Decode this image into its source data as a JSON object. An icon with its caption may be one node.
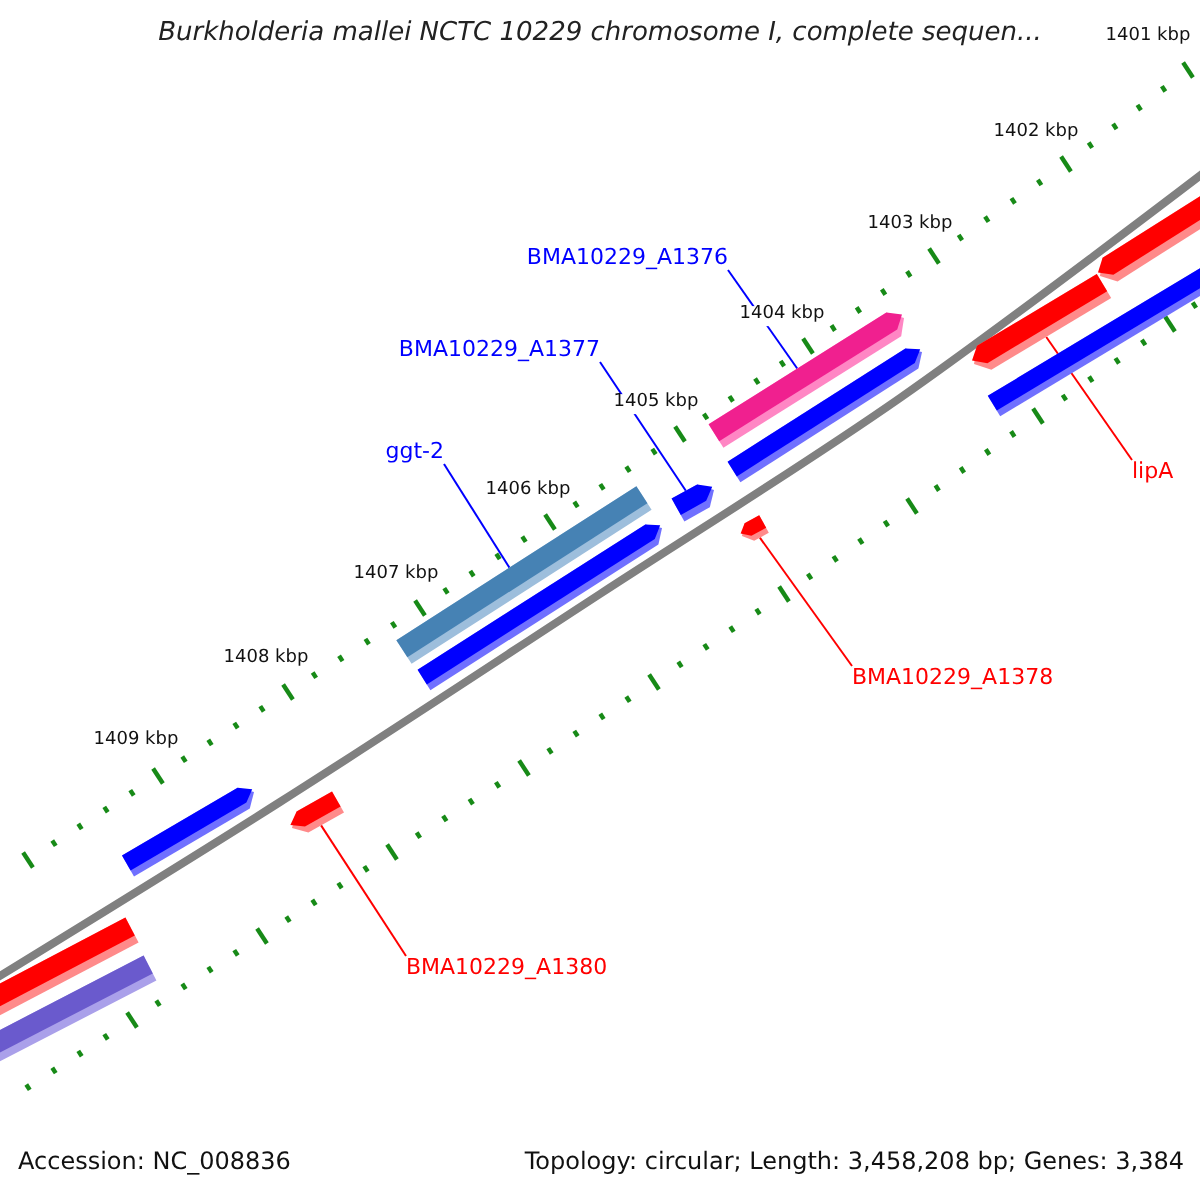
{
  "diagram": {
    "title": "Burkholderia mallei NCTC 10229 chromosome I, complete sequen...",
    "nodes": [
      {
        "text": [
          "BMA10229_A1376"
        ]
      },
      {
        "text": [
          "BMA10229_A1377"
        ]
      },
      {
        "text": [
          "ggt-2"
        ]
      },
      {
        "text": [
          "lipA"
        ]
      },
      {
        "text": [
          "BMA10229_A1378"
        ]
      },
      {
        "text": [
          "BMA10229_A1380"
        ]
      },
      {
        "text": [],
        "shape": "bar"
      },
      {
        "text": [],
        "shape": "bar"
      },
      {
        "text": [],
        "shape": "bar"
      },
      {
        "text": [],
        "shape": "bar"
      },
      {
        "text": [],
        "shape": "bar"
      },
      {
        "text": [],
        "shape": "bar"
      },
      {
        "text": [],
        "shape": "bar"
      },
      {
        "text": [],
        "shape": "bar"
      },
      {
        "text": [],
        "shape": "bar"
      },
      {
        "text": [],
        "shape": "bar"
      },
      {
        "text": [],
        "shape": "bar"
      },
      {
        "text": [],
        "shape": "bar"
      },
      {
        "text": [],
        "shape": "bar"
      }
    ],
    "edges": [
      {
        "from": 0,
        "to": 6,
        "arrow": "none"
      },
      {
        "from": 1,
        "to": 7,
        "arrow": "none"
      },
      {
        "from": 2,
        "to": 8,
        "arrow": "none"
      },
      {
        "from": 3,
        "to": 9,
        "arrow": "none",
        "color": "#ff0000"
      },
      {
        "from": 4,
        "to": 10,
        "arrow": "none",
        "color": "#ff0000"
      },
      {
        "from": 5,
        "to": 11,
        "arrow": "none",
        "color": "#ff0000"
      }
    ],
    "labels": [
      "1401 kbp",
      "1402 kbp",
      "1403 kbp",
      "1404 kbp",
      "1405 kbp",
      "1406 kbp",
      "1407 kbp",
      "1408 kbp",
      "1409 kbp",
      "Accession: NC_008836",
      "Topology: circular; Length: 3,458,208 bp; Genes: 3,384"
    ]
  }
}
